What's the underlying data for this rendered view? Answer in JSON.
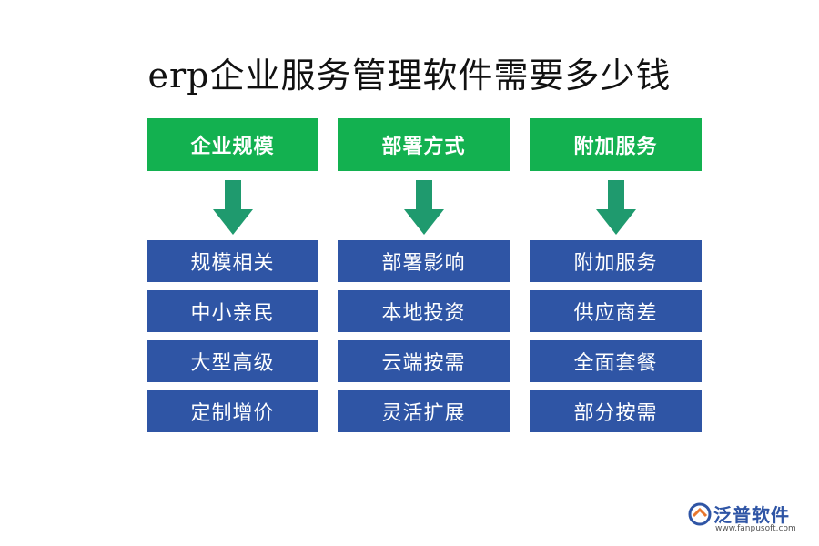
{
  "title": "erp企业服务管理软件需要多少钱",
  "columns": [
    {
      "header": "企业规模",
      "items": [
        "规模相关",
        "中小亲民",
        "大型高级",
        "定制增价"
      ]
    },
    {
      "header": "部署方式",
      "items": [
        "部署影响",
        "本地投资",
        "云端按需",
        "灵活扩展"
      ]
    },
    {
      "header": "附加服务",
      "items": [
        "附加服务",
        "供应商差",
        "全面套餐",
        "部分按需"
      ]
    }
  ],
  "logo": {
    "name": "泛普软件",
    "url": "www.fanpusoft.com"
  },
  "colors": {
    "header_green": "#13b150",
    "item_blue": "#2f55a5",
    "arrow_teal": "#1f9a6e"
  }
}
